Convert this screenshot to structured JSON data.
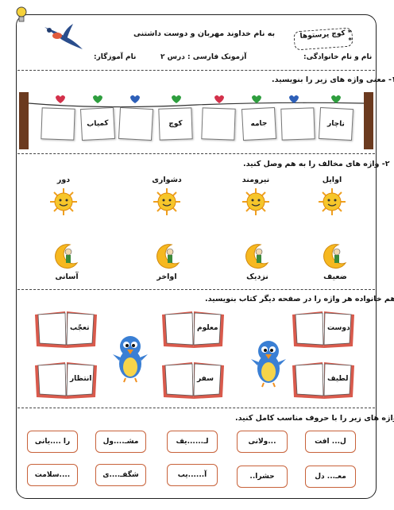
{
  "header": {
    "bismillah": "به نام خداوند مهربان و دوست داشتنی",
    "student_name_label": "نام و نام خانوادگی:",
    "teacher_name_label": "نام آموزگار:",
    "test_title": "آزمونک فارسی : درس ۲",
    "stamp_text": "* کوچ پرستوها *"
  },
  "section1": {
    "title": "۱- معنی واژه های زیر را بنویسید.",
    "cards": [
      "ناچار",
      "جامه",
      "",
      "کوچ",
      "",
      "کمیاب",
      ""
    ]
  },
  "section2": {
    "title": "۲- واژه های مخالف را به هم وصل کنید.",
    "top_words": [
      "اوایل",
      "نیرومند",
      "دشواری",
      "دور"
    ],
    "bottom_words": [
      "ضعیف",
      "نزدیک",
      "اواخر",
      "آسانی"
    ]
  },
  "section3": {
    "title": "۳- هم خانواده هر واژه را در صفحه دیگر کتاب بنویسید.",
    "books": [
      "دوست",
      "معلوم",
      "تعجّب",
      "لطیف",
      "سفر",
      "انتظار"
    ]
  },
  "section4": {
    "title": "۴- واژه های زیر را با حروف مناسب کامل کنید.",
    "row1": [
      "ل... افت",
      "...ولانی",
      "لـ......یف",
      "مشـ....ول",
      "را ....یانی"
    ],
    "row2": [
      "معـ... دل",
      "حشرا..",
      "آ......یب",
      "شگفـ....ی",
      "....سلامت"
    ]
  },
  "colors": {
    "card_border": "#777777",
    "pin_colors": [
      "#2e9e3e",
      "#d3304a",
      "#2d5fb8"
    ],
    "book_red": "#d95a4c",
    "box_border": "#c8623a",
    "sun_yellow": "#f6c62a"
  }
}
